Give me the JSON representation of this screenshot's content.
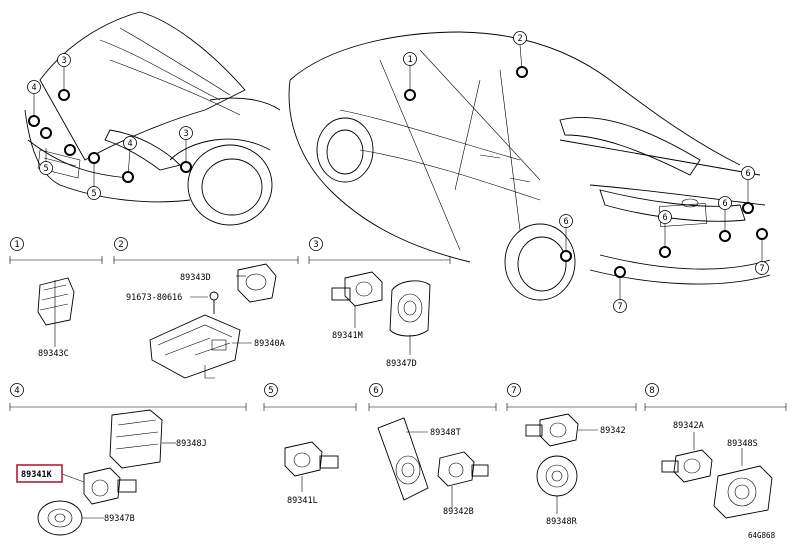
{
  "diagram_id": "64G868",
  "highlight_color": "#b21e3a",
  "callouts": {
    "front": [
      "3",
      "4",
      "3",
      "4",
      "5",
      "5"
    ],
    "rear": [
      "1",
      "2",
      "6",
      "6",
      "6",
      "6",
      "7",
      "7"
    ]
  },
  "sections": {
    "s1": {
      "number": "1",
      "parts": [
        "89343C"
      ]
    },
    "s2": {
      "number": "2",
      "parts": [
        "89343D",
        "91673-80616",
        "89340A"
      ]
    },
    "s3": {
      "number": "3",
      "parts": [
        "89341M",
        "89347D"
      ]
    },
    "s4": {
      "number": "4",
      "parts": [
        "89348J",
        "89341K",
        "89347B"
      ]
    },
    "s5": {
      "number": "5",
      "parts": [
        "89341L"
      ]
    },
    "s6": {
      "number": "6",
      "parts": [
        "89348T",
        "89342B"
      ]
    },
    "s7": {
      "number": "7",
      "parts": [
        "89342",
        "89348R"
      ]
    },
    "s8": {
      "number": "8",
      "parts": [
        "89342A",
        "89348S"
      ]
    }
  }
}
